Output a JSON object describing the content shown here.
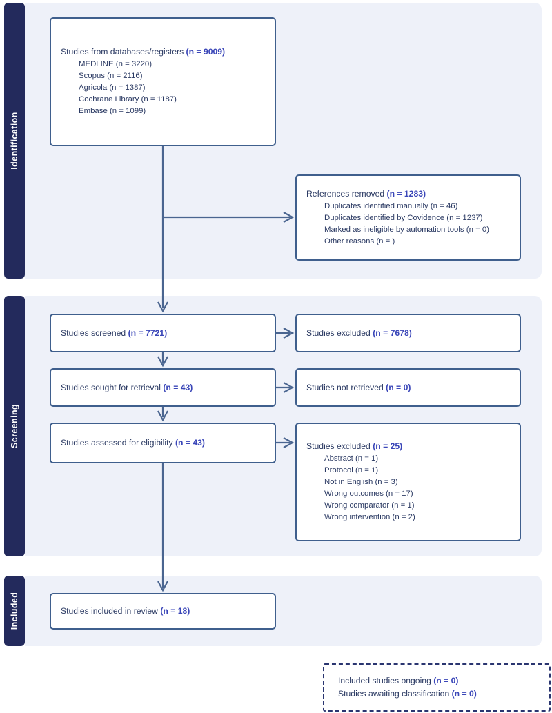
{
  "diagram": {
    "title": "PRISMA 2020 flow diagram",
    "colors": {
      "band": "#232a5c",
      "panel": "#eef1f9",
      "box_border": "#3f5f8d",
      "text": "#2b3a63",
      "accent": "#3a46b8",
      "connector": "#4a6590",
      "dashed_border": "#2a3570"
    }
  },
  "stages": [
    {
      "key": "identification",
      "label": "Identification"
    },
    {
      "key": "screening",
      "label": "Screening"
    },
    {
      "key": "included",
      "label": "Included"
    }
  ],
  "boxes": {
    "databases": {
      "title_text": "Studies from databases/registers ",
      "title_accent": "(n = 9009)",
      "items": [
        "MEDLINE (n = 3220)",
        "Scopus (n = 2116)",
        "Agricola (n = 1387)",
        "Cochrane Library (n = 1187)",
        "Embase (n = 1099)"
      ]
    },
    "references_removed": {
      "title_text": "References removed ",
      "title_accent": "(n = 1283)",
      "items": [
        "Duplicates identified manually (n = 46)",
        "Duplicates identified by Covidence (n = 1237)",
        "Marked as ineligible by automation tools (n = 0)",
        "Other reasons (n = )"
      ]
    },
    "screened": {
      "title_text": "Studies screened ",
      "title_accent": "(n = 7721)"
    },
    "excluded_screened": {
      "title_text": "Studies excluded ",
      "title_accent": "(n = 7678)"
    },
    "sought": {
      "title_text": "Studies sought for retrieval ",
      "title_accent": "(n = 43)"
    },
    "not_retrieved": {
      "title_text": "Studies not retrieved ",
      "title_accent": "(n = 0)"
    },
    "assessed": {
      "title_text": "Studies assessed for eligibility ",
      "title_accent": "(n = 43)"
    },
    "excluded_assessed": {
      "title_text": "Studies excluded ",
      "title_accent": "(n = 25)",
      "items": [
        "Abstract (n = 1)",
        "Protocol (n = 1)",
        "Not in English (n = 3)",
        "Wrong outcomes (n = 17)",
        "Wrong comparator (n = 1)",
        "Wrong intervention (n = 2)"
      ]
    },
    "included_review": {
      "title_text": "Studies included in review ",
      "title_accent": "(n = 18)"
    },
    "ongoing_awaiting": {
      "line1_text": "Included studies ongoing ",
      "line1_accent": "(n = 0)",
      "line2_text": "Studies awaiting classification ",
      "line2_accent": "(n = 0)"
    }
  }
}
